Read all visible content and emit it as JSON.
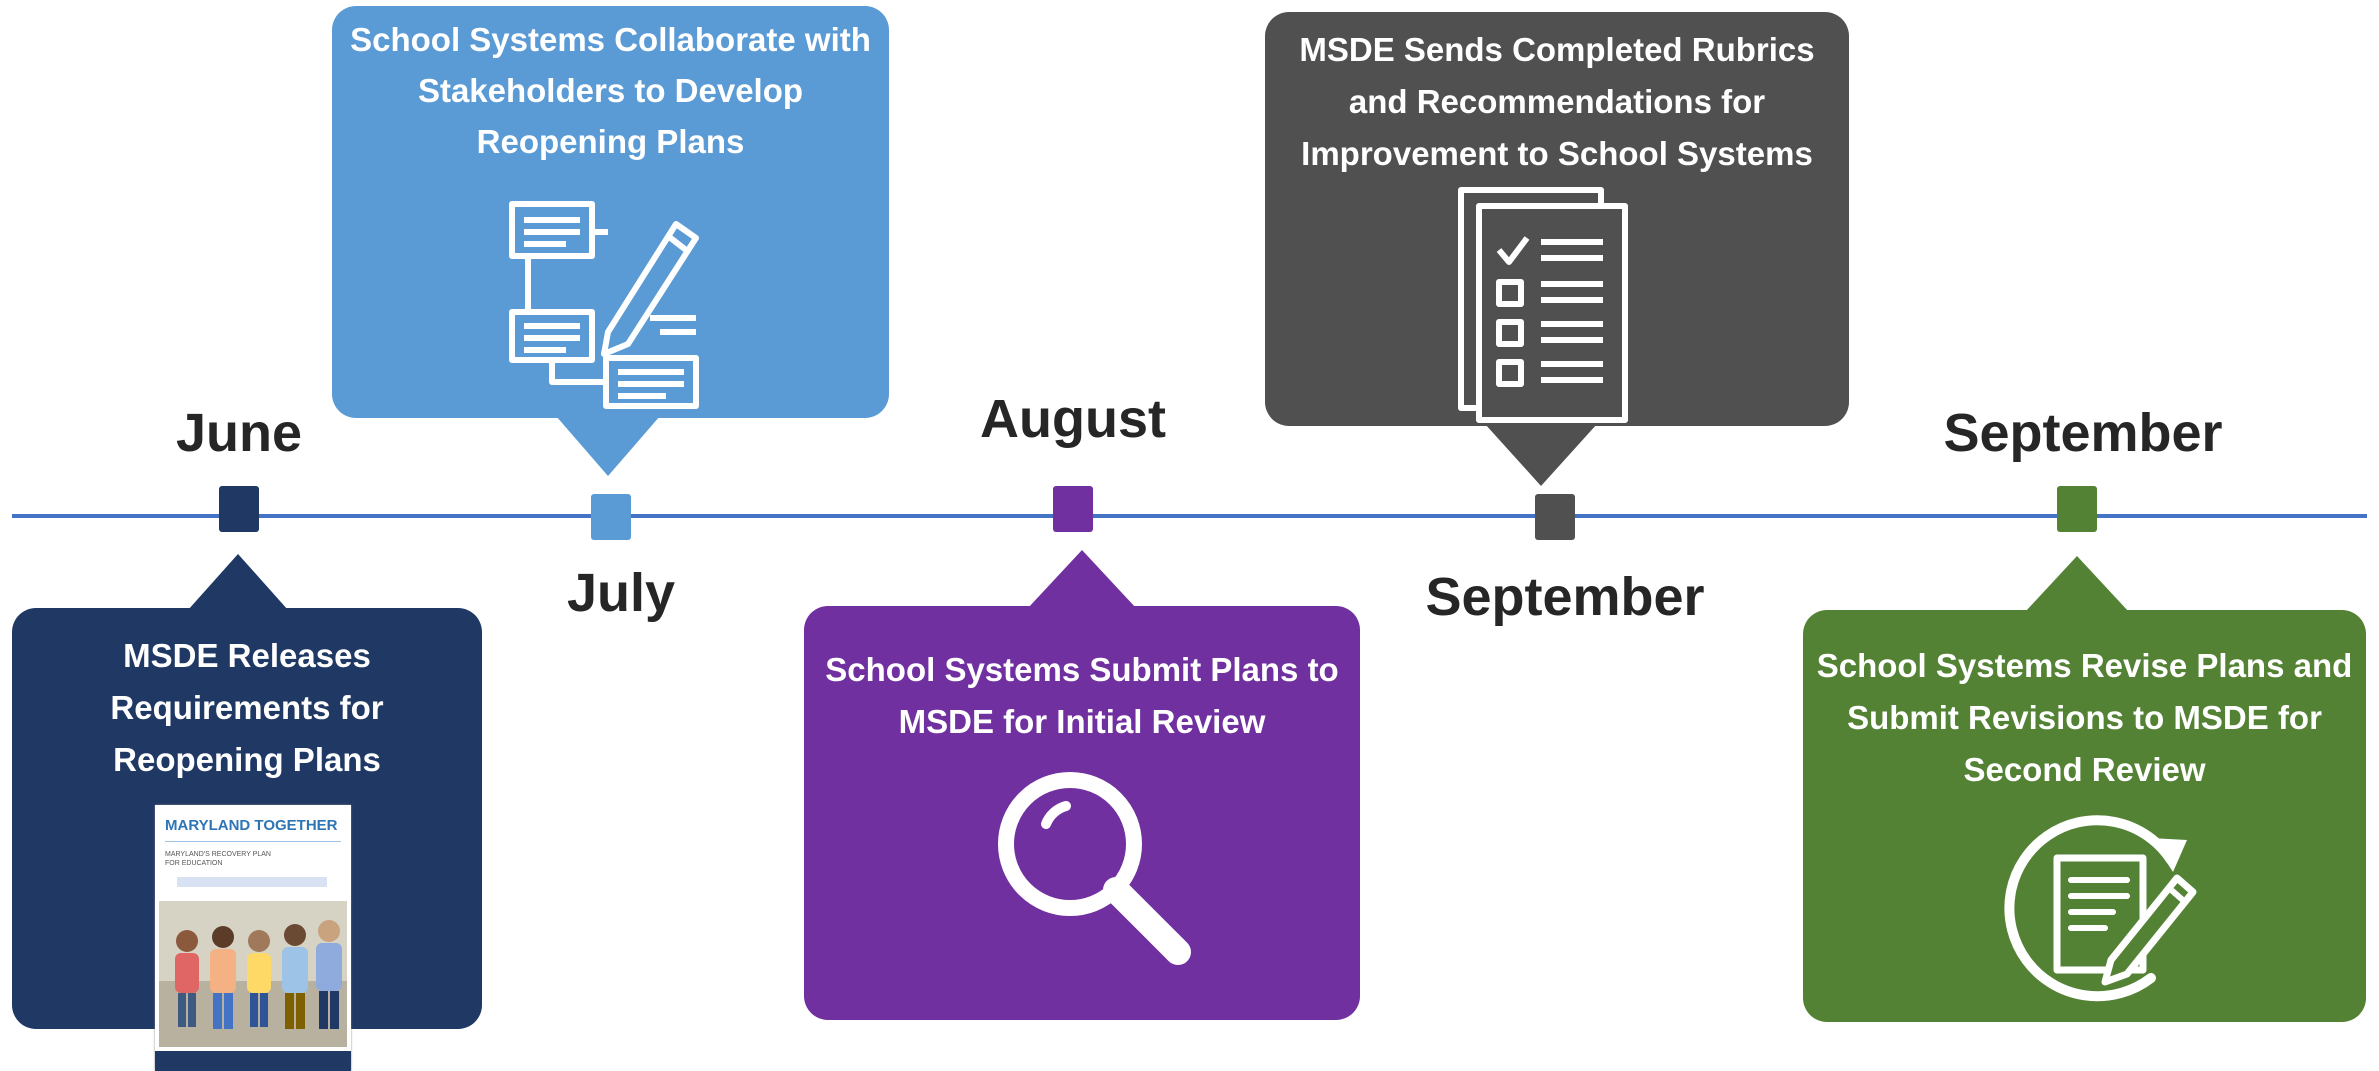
{
  "colors": {
    "timeline": "#4472c4",
    "june": "#1f3864",
    "july": "#5b9bd5",
    "august": "#7030a0",
    "september_review": "#505050",
    "september_revise": "#548235"
  },
  "milestones": [
    {
      "month": "June",
      "color": "#1f3864",
      "text_lines": [
        "MSDE Releases",
        "Requirements for",
        "Reopening Plans"
      ],
      "icon": "report-cover-image",
      "cover_text": [
        "MARYLAND TOGETHER",
        "MARYLAND'S RECOVERY PLAN",
        "FOR EDUCATION"
      ]
    },
    {
      "month": "July",
      "color": "#5b9bd5",
      "text_lines": [
        "School Systems Collaborate with",
        "Stakeholders to Develop",
        "Reopening Plans"
      ],
      "icon": "flowchart-pencil-icon"
    },
    {
      "month": "August",
      "color": "#7030a0",
      "text_lines": [
        "School Systems Submit Plans to",
        "MSDE for Initial Review"
      ],
      "icon": "magnifying-glass-icon"
    },
    {
      "month": "September",
      "color": "#505050",
      "text_lines": [
        "MSDE Sends Completed Rubrics",
        "and Recommendations for",
        "Improvement to School Systems"
      ],
      "icon": "checklist-icon"
    },
    {
      "month": "September",
      "color": "#548235",
      "text_lines": [
        "School Systems Revise Plans and",
        "Submit Revisions to MSDE for",
        "Second Review"
      ],
      "icon": "revise-document-icon"
    }
  ]
}
